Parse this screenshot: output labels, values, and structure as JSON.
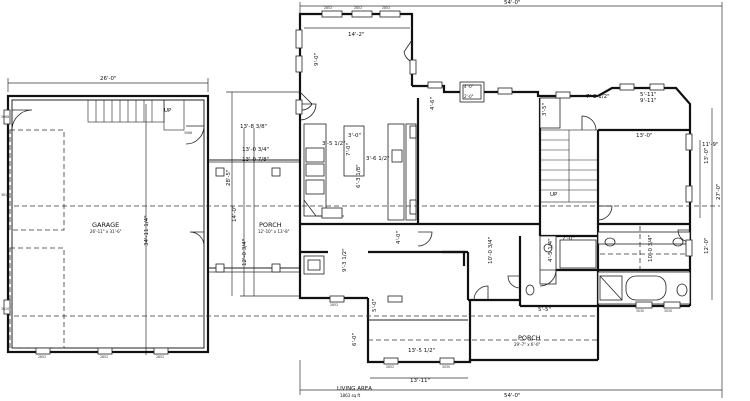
{
  "rooms": {
    "garage_label": "GARAGE",
    "garage_size": "26'-11\" x 31'-6\"",
    "porch_label": "PORCH",
    "porch_size": "12'-10\" x 13'-8\"",
    "front_porch_label": "PORCH",
    "front_porch_size": "29'-7\" x 6'-0\"",
    "living_area_label": "LIVING AREA",
    "living_area_value": "1863 sq ft"
  },
  "dimensions": {
    "top_width": "54'-0\"",
    "bottom_width": "54'-0\"",
    "garage_width": "26'-0\"",
    "garage_depth": "34'-11 1/4\"",
    "right_depth": "27'-0\"",
    "left_top_depth": "13'-8 3/8\"",
    "left_mid_1": "13'-0 3/4\"",
    "left_mid_2": "13'-0 7/8\"",
    "left_total": "28'-5\"",
    "left_lower": "14'-0\"",
    "left_porch": "12'-0 3/4\"",
    "sunroom_width": "14'-2\"",
    "sunroom_depth": "9'-0\"",
    "bay_1": "7'-2 1/2\"",
    "bay_2": "5'-11\"",
    "bay_3": "9'-11\"",
    "bath_1": "3'-5\"",
    "bedroom_width": "13'-0\"",
    "right_1": "11'-9\"",
    "right_2": "13'-0\"",
    "right_3": "12'-0\"",
    "kitchen_1": "3'-5 1/2\"",
    "kitchen_2": "3'-0\"",
    "kitchen_3": "7'-0\"",
    "kitchen_4": "3'-6 1/2\"",
    "kitchen_5": "4'-6\"",
    "kitchen_6": "6'-3 1/8\"",
    "entry_1": "4'-0\"",
    "entry_2": "9'-3 1/2\"",
    "hall_1": "10'-0 3/4\"",
    "bath_2": "7'-0\"",
    "bath_3": "4'-5 1/4\"",
    "bath_4": "10'-0 3/4\"",
    "closet": "5'-5\"",
    "living_1": "13'-5 1/2\"",
    "living_2": "13'-11\"",
    "living_3": "5'-0\"",
    "living_4": "6'-0\"",
    "stair_up_1": "UP",
    "stair_up_2": "UP",
    "chimney_1": "4'-0\"",
    "chimney_2": "2'-0\""
  },
  "windows": {
    "w1": "2852",
    "w2": "2852",
    "w3": "2852",
    "w4": "3068",
    "w5": "2852",
    "w6": "3610",
    "w7": "3610",
    "w8": "2852",
    "w9": "2852",
    "w10": "2852",
    "w11": "3030",
    "w12": "3068",
    "w13": "2852",
    "w14": "3030",
    "w15": "3030"
  }
}
